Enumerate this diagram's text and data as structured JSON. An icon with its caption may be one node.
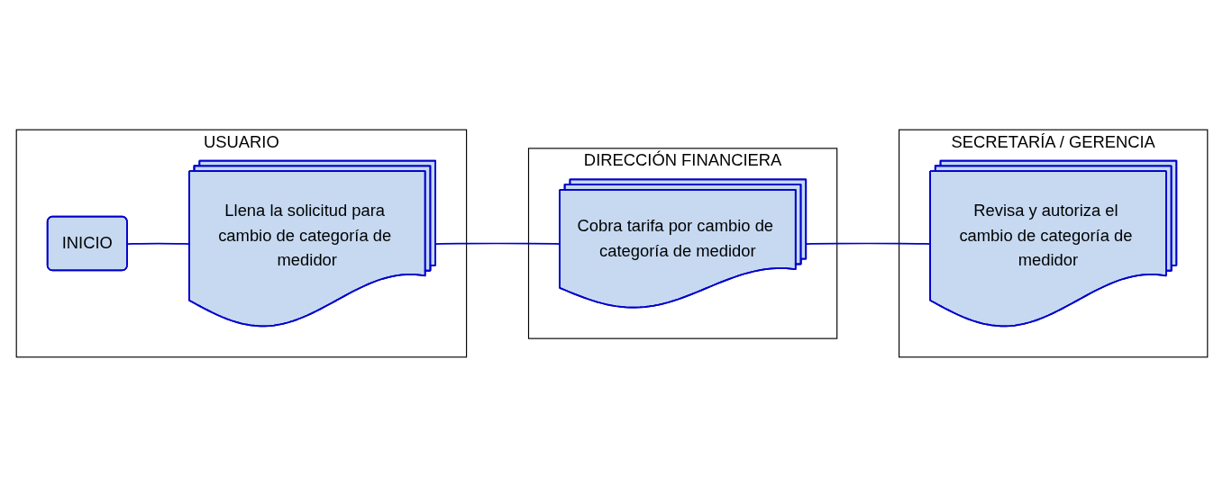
{
  "diagram": {
    "nodes": [
      {
        "text": [
          "USUARIO"
        ]
      },
      {
        "text": [
          "DIRECCIÓN FINANCIERA"
        ]
      },
      {
        "text": [
          "SECRETARÍA / GERENCIA"
        ]
      },
      {
        "text": [
          "INICIO"
        ],
        "in": 0
      },
      {
        "text": [
          "Llena la solicitud para cambio de categoría de medidor"
        ],
        "in": 0
      },
      {
        "text": [
          "Cobra tarifa por cambio de categoría de medidor"
        ],
        "in": 1
      },
      {
        "text": [
          "Revisa y autoriza el cambio de categoría de medidor"
        ],
        "in": 2
      }
    ],
    "edges": [
      {
        "from": 3,
        "to": 4,
        "arrow": "none"
      },
      {
        "from": 4,
        "to": 5,
        "arrow": "none"
      },
      {
        "from": 5,
        "to": 6,
        "arrow": "none"
      }
    ]
  }
}
